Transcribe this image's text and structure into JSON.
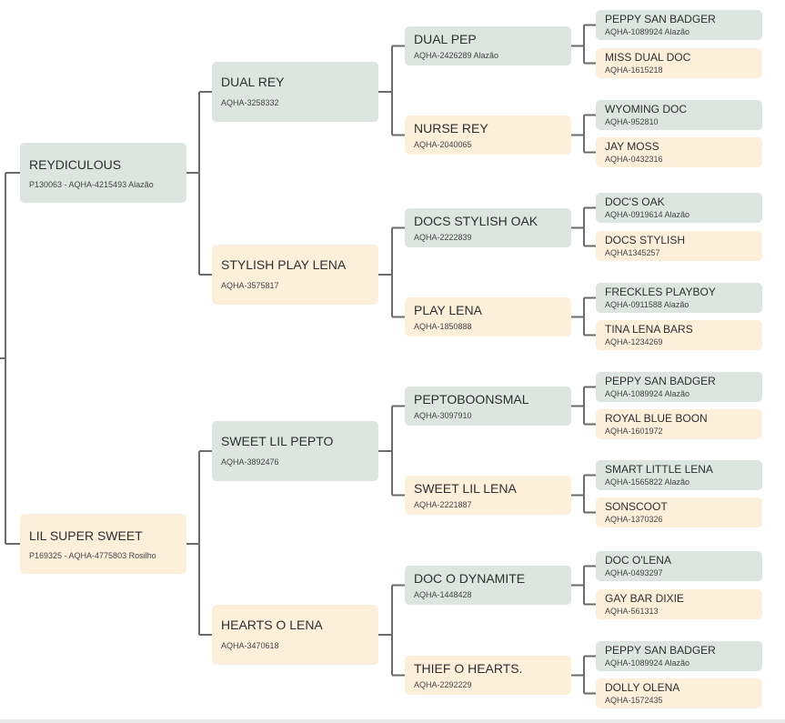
{
  "colors": {
    "sire_box": "#dde5e0",
    "dam_box": "#fdf0db",
    "connector": "#6b6b6b"
  },
  "pedigree": {
    "gen1": [
      {
        "name": "REYDICULOUS",
        "reg": "P130063 - AQHA-4215493 Alazão"
      },
      {
        "name": "LIL SUPER SWEET",
        "reg": "P169325 - AQHA-4775803 Rosilho"
      }
    ],
    "gen2": [
      {
        "name": "DUAL REY",
        "reg": "AQHA-3258332"
      },
      {
        "name": "STYLISH PLAY LENA",
        "reg": "AQHA-3575817"
      },
      {
        "name": "SWEET LIL PEPTO",
        "reg": "AQHA-3892476"
      },
      {
        "name": "HEARTS O LENA",
        "reg": "AQHA-3470618"
      }
    ],
    "gen3": [
      {
        "name": "DUAL PEP",
        "reg": "AQHA-2426289 Alazão"
      },
      {
        "name": "NURSE REY",
        "reg": "AQHA-2040065"
      },
      {
        "name": "DOCS STYLISH OAK",
        "reg": "AQHA-2222839"
      },
      {
        "name": "PLAY LENA",
        "reg": "AQHA-1850888"
      },
      {
        "name": "PEPTOBOONSMAL",
        "reg": "AQHA-3097910"
      },
      {
        "name": "SWEET LIL LENA",
        "reg": "AQHA-2221887"
      },
      {
        "name": "DOC O DYNAMITE",
        "reg": "AQHA-1448428"
      },
      {
        "name": "THIEF O HEARTS.",
        "reg": "AQHA-2292229"
      }
    ],
    "gen4": [
      {
        "name": "PEPPY SAN BADGER",
        "reg": "AQHA-1089924 Alazão"
      },
      {
        "name": "MISS DUAL DOC",
        "reg": "AQHA-1615218"
      },
      {
        "name": "WYOMING DOC",
        "reg": "AQHA-952810"
      },
      {
        "name": "JAY MOSS",
        "reg": "AQHA-0432316"
      },
      {
        "name": "DOC'S OAK",
        "reg": "AQHA-0919614 Alazão"
      },
      {
        "name": "DOCS STYLISH",
        "reg": "AQHA1345257"
      },
      {
        "name": "FRECKLES PLAYBOY",
        "reg": "AQHA-0911588 Alazão"
      },
      {
        "name": "TINA LENA BARS",
        "reg": "AQHA-1234269"
      },
      {
        "name": "PEPPY SAN BADGER",
        "reg": "AQHA-1089924 Alazão"
      },
      {
        "name": "ROYAL BLUE BOON",
        "reg": "AQHA-1601972"
      },
      {
        "name": "SMART LITTLE LENA",
        "reg": "AQHA-1565822 Alazão"
      },
      {
        "name": "SONSCOOT",
        "reg": "AQHA-1370326"
      },
      {
        "name": "DOC O'LENA",
        "reg": "AQHA-0493297"
      },
      {
        "name": "GAY BAR DIXIE",
        "reg": "AQHA-561313"
      },
      {
        "name": "PEPPY SAN BADGER",
        "reg": "AQHA-1089924 Alazão"
      },
      {
        "name": "DOLLY OLENA",
        "reg": "AQHA-1572435"
      }
    ]
  }
}
